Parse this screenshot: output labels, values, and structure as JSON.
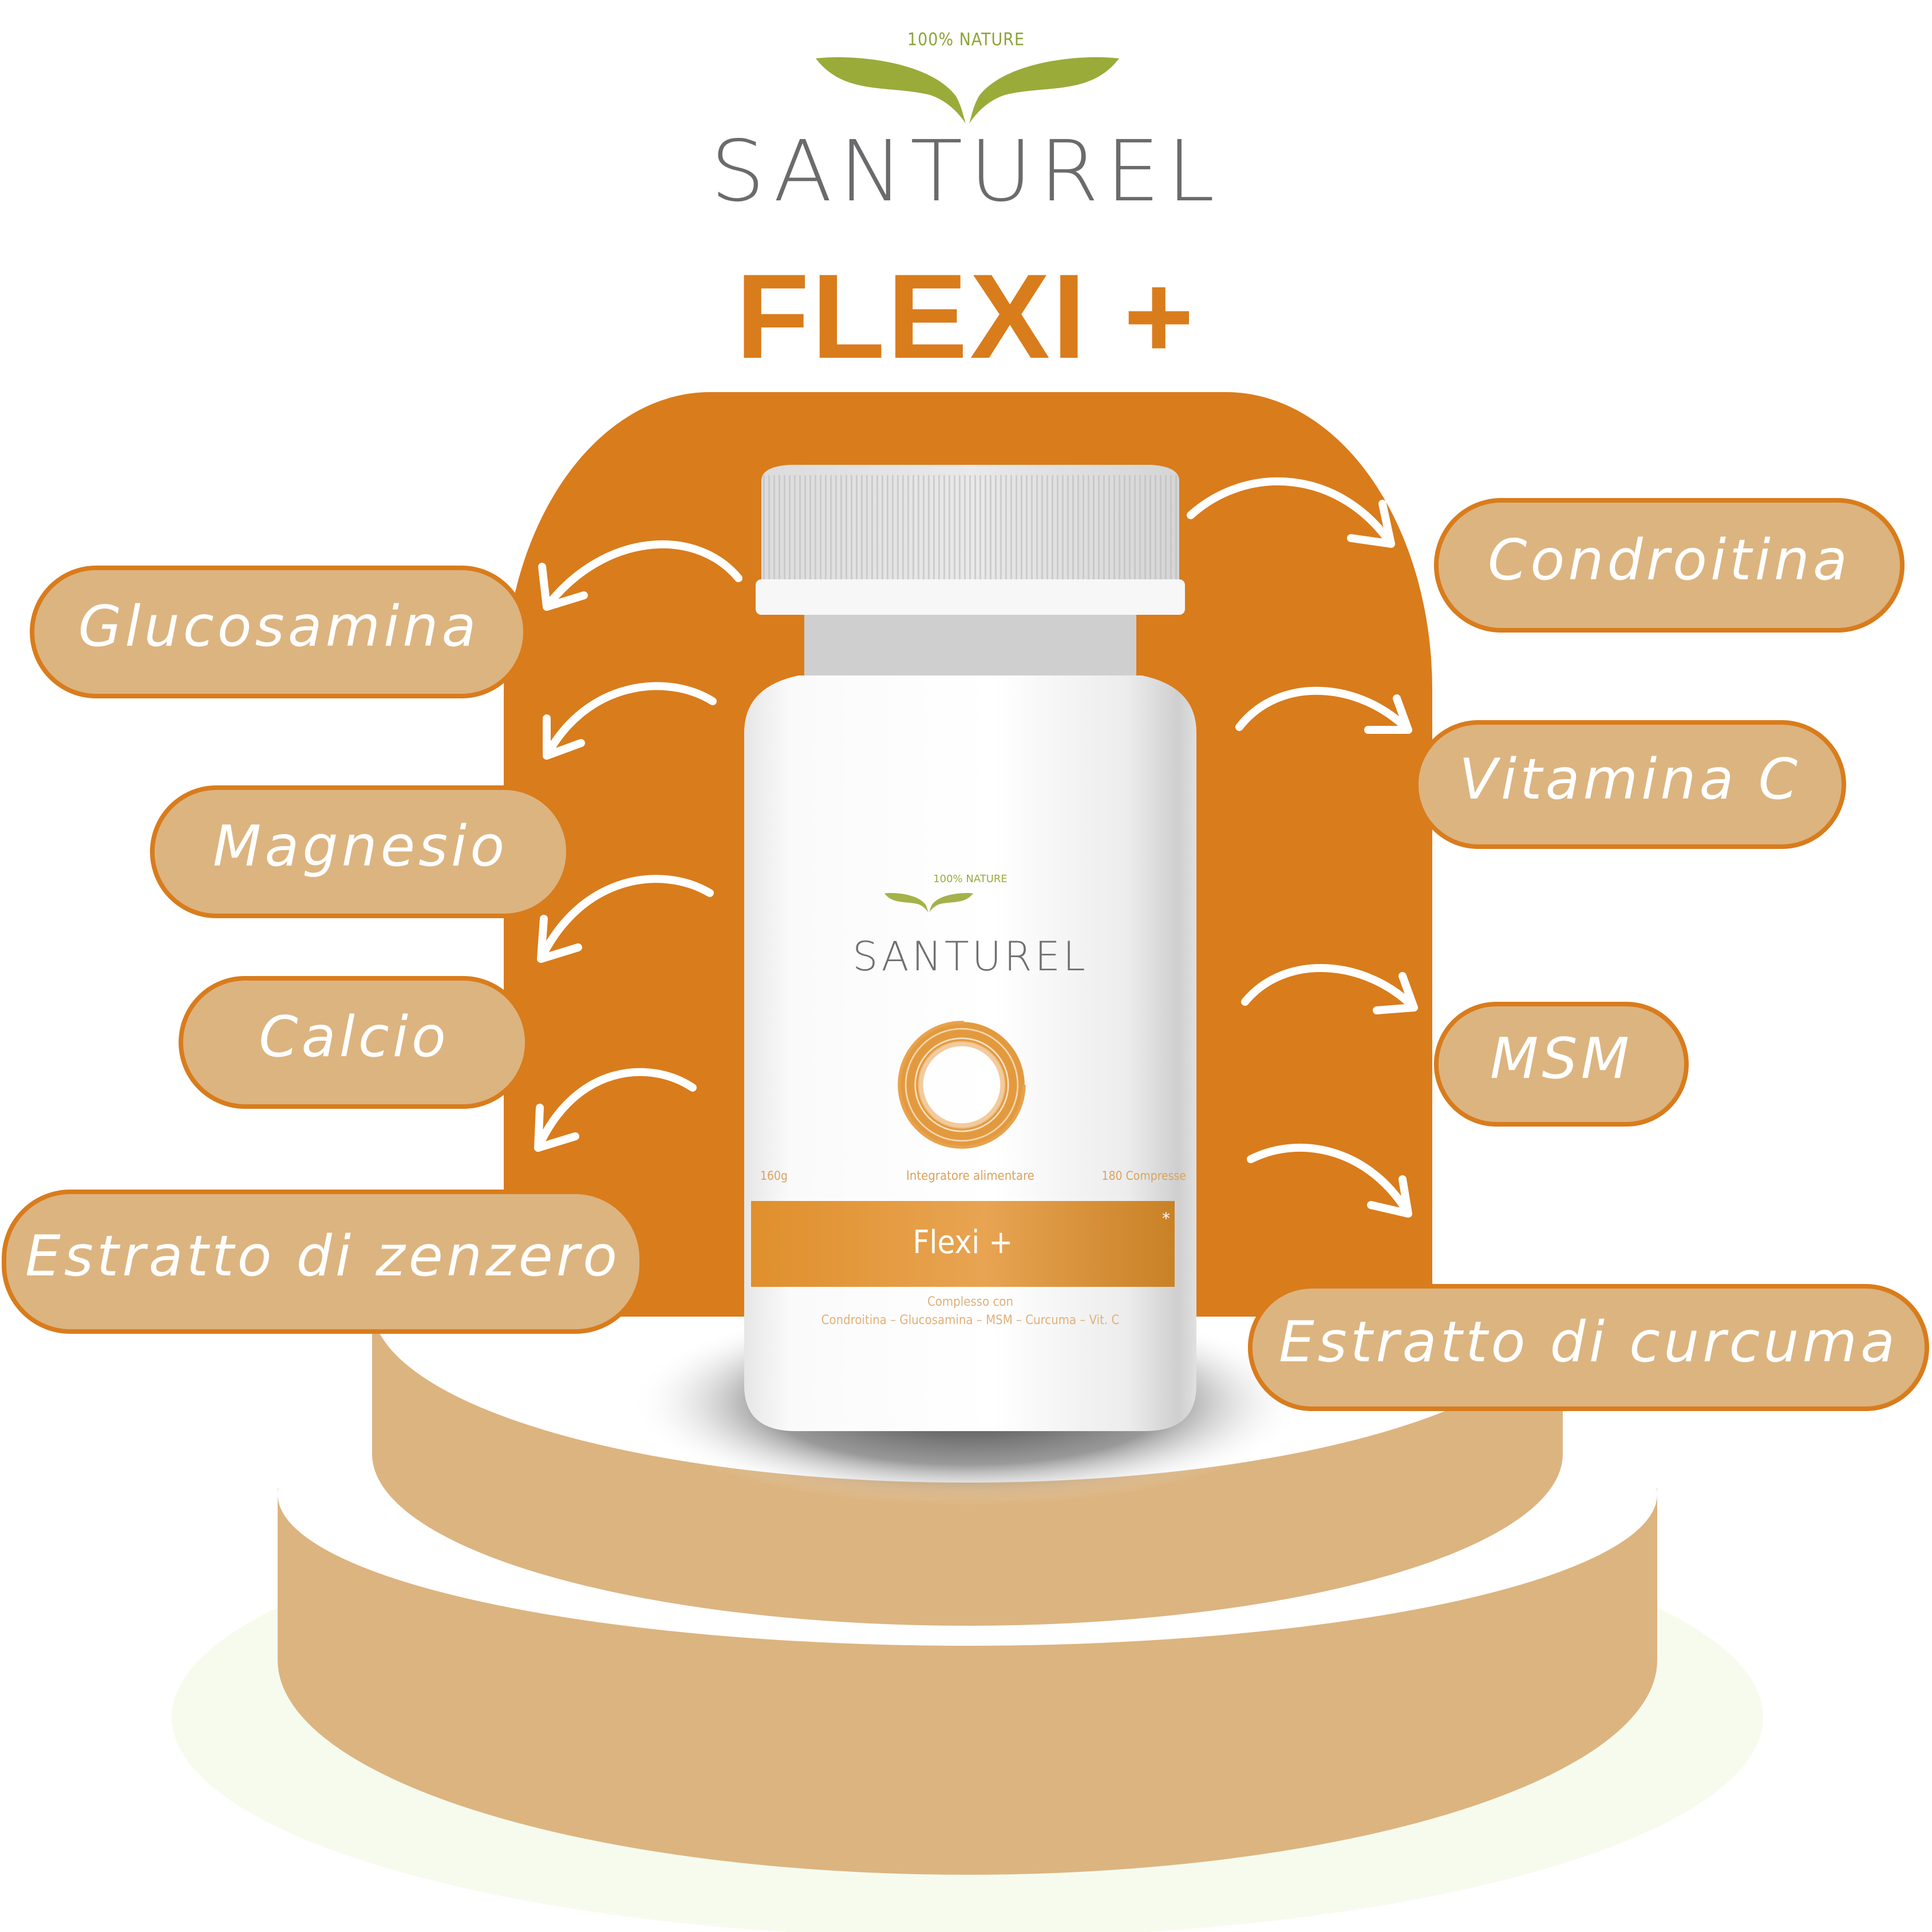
{
  "header": {
    "tagline": "100% NATURE",
    "brand": "SANTUREL",
    "product_title": "FLEXI +"
  },
  "colors": {
    "accent_orange": "#d97c1c",
    "pill_fill": "#dcb480",
    "leaf_green": "#9aab3a",
    "brand_gray": "#6b6b6d",
    "podium_tan": "#dcb480"
  },
  "ingredients_left": [
    {
      "label": "Glucosamina"
    },
    {
      "label": "Magnesio"
    },
    {
      "label": "Calcio"
    },
    {
      "label": "Estratto di zenzero"
    }
  ],
  "ingredients_right": [
    {
      "label": "Condroitina"
    },
    {
      "label": "Vitamina C"
    },
    {
      "label": "MSM"
    },
    {
      "label": "Estratto di curcuma"
    }
  ],
  "bottle_label": {
    "tagline": "100% NATURE",
    "brand": "SANTUREL",
    "weight": "160g",
    "category": "Integratore alimentare",
    "count": "180 Compresse",
    "product_name": "Flexi +",
    "asterisk": "*",
    "complex_intro": "Complesso con",
    "complex_list": "Condroitina – Glucosamina – MSM – Curcuma – Vit. C"
  }
}
